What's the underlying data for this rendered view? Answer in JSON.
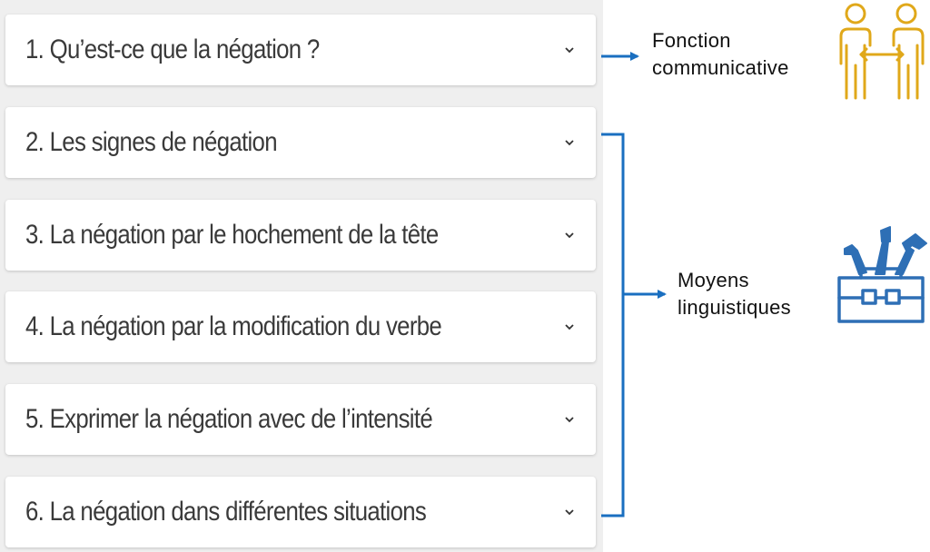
{
  "accordion": {
    "items": [
      {
        "label": "1. Qu’est-ce que la négation ?"
      },
      {
        "label": "2. Les signes de négation"
      },
      {
        "label": "3. La négation par le hochement de la tête"
      },
      {
        "label": "4. La négation par la modification du verbe"
      },
      {
        "label": "5. Exprimer la négation avec de l’intensité"
      },
      {
        "label": "6. La négation dans différentes situations"
      }
    ]
  },
  "diagram": {
    "fonction": {
      "line1": "Fonction",
      "line2": "communicative",
      "icon": "people-exchange-icon"
    },
    "moyens": {
      "line1": "Moyens",
      "line2": "linguistiques",
      "icon": "toolbox-icon"
    }
  },
  "colors": {
    "arrow": "#1a6fc0",
    "people_icon": "#e0a81a",
    "toolbox_icon": "#2e6fb5",
    "item_text": "#3a3a3a",
    "panel_bg": "#efefef"
  }
}
